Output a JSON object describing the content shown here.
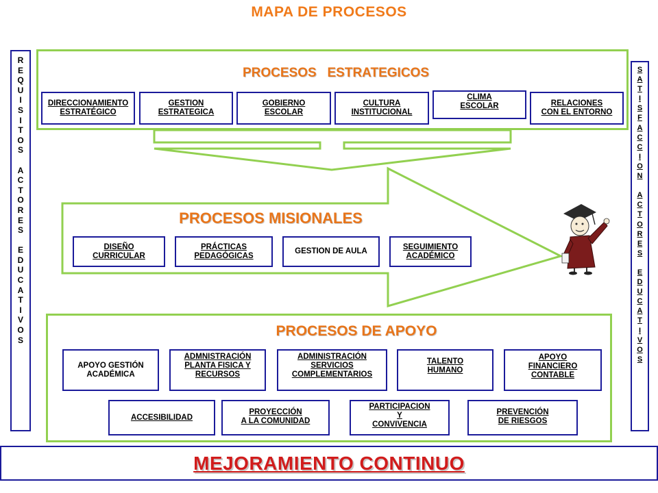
{
  "title": "MAPA DE PROCESOS",
  "left_strip": [
    "R",
    "E",
    "Q",
    "U",
    "I",
    "S",
    "I",
    "T",
    "O",
    "S",
    " ",
    "A",
    "C",
    "T",
    "O",
    "R",
    "E",
    "S",
    " ",
    "E",
    "D",
    "U",
    "C",
    "A",
    "T",
    "I",
    "V",
    "O",
    "S"
  ],
  "right_strip": [
    "S",
    "A",
    "T",
    "I",
    "S",
    "F",
    "A",
    "C",
    "C",
    "I",
    "O",
    "N",
    " ",
    "A",
    "C",
    "T",
    "O",
    "R",
    "E",
    "S",
    " ",
    "E",
    "D",
    "U",
    "C",
    "A",
    "T",
    "I",
    "V",
    "O",
    "S"
  ],
  "estrategicos": {
    "title": "PROCESOS   ESTRATEGICOS",
    "items": [
      "DIRECCIONAMIENTO\nESTRATÉGICO",
      "GESTION\nESTRATEGICA",
      "GOBIERNO\nESCOLAR",
      "CULTURA\nINSTITUCIONAL",
      "CLIMA\nESCOLAR",
      "RELACIONES\nCON EL ENTORNO"
    ]
  },
  "misionales": {
    "title": "PROCESOS MISIONALES",
    "items": [
      "DISEÑO\nCURRICULAR",
      "PRÁCTICAS\nPEDAGÓGICAS",
      "GESTION DE AULA",
      "SEGUIMIENTO\nACADÉMICO"
    ]
  },
  "apoyo": {
    "title": "PROCESOS DE APOYO",
    "row1": [
      "APOYO GESTIÓN\nACADÉMICA",
      "ADMNISTRACIÓN\nPLANTA FISICA Y\nRECURSOS",
      "ADMINISTRACIÓN\nSERVICIOS\nCOMPLEMENTARIOS",
      "TALENTO\nHUMANO",
      "APOYO\nFINANCIERO\nCONTABLE"
    ],
    "row2": [
      "ACCESIBILIDAD",
      "PROYECCIÓN\nA LA  COMUNIDAD",
      "PARTICIPACION\nY\nCONVIVENCIA",
      "PREVENCIÓN\nDE RIESGOS"
    ]
  },
  "footer": "MEJORAMIENTO CONTINUO",
  "colors": {
    "green": "#92d050",
    "blue_border": "#1a1a9a",
    "orange_title": "#e8751a",
    "red_footer": "#d11c1c",
    "gown": "#7b1c1c"
  }
}
